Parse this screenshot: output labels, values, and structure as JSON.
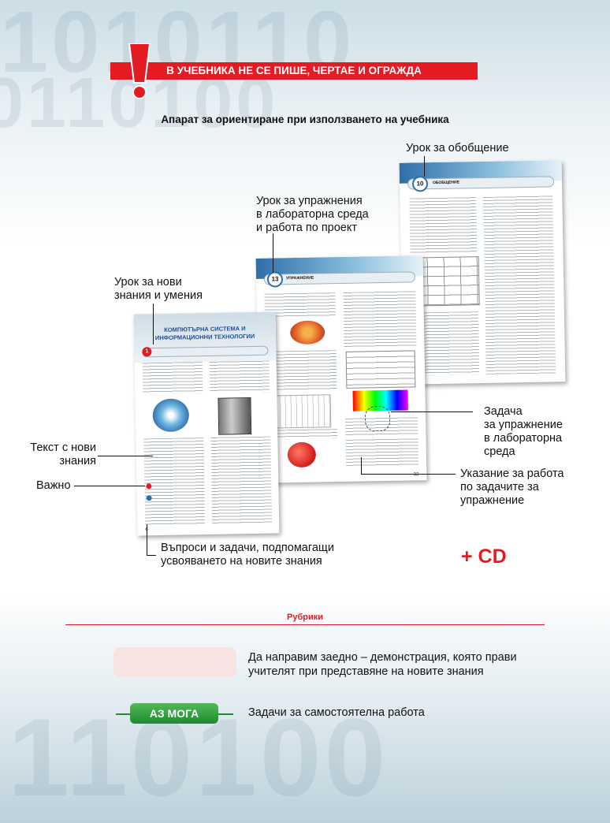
{
  "banner": {
    "text": "В УЧЕБНИКА НЕ СЕ ПИШЕ, ЧЕРТАЕ И ОГРАЖДА"
  },
  "heading": "Апарат за ориентиране при използването на учебника",
  "labels": {
    "summary_lesson": "Урок за обобщение",
    "lab_lesson": [
      "Урок за упражнения",
      "в лабораторна среда",
      "и работа по проект"
    ],
    "new_knowledge_lesson": [
      "Урок за нови",
      "знания и умения"
    ],
    "new_knowledge_text": [
      "Текст с нови",
      "знания"
    ],
    "important": "Важно",
    "questions": [
      "Въпроси и задачи, подпомагащи",
      "усвояването на новите знания"
    ],
    "lab_task": [
      "Задача",
      "за упражнение",
      "в лабораторна",
      "среда"
    ],
    "task_hint": [
      "Указание за работа",
      "по задачите за",
      "упражнение"
    ]
  },
  "cd": "+ CD",
  "thumbnails": {
    "left_page": {
      "title": [
        "КОМПЮТЪРНА СИСТЕМА И",
        "ИНФОРМАЦИОННИ ТЕХНОЛОГИИ"
      ],
      "number": "1",
      "page_no": "6"
    },
    "middle_page": {
      "header": "УПРАЖНЕНИЕ",
      "number": "13",
      "page_no": "33"
    },
    "right_page": {
      "header": "ОБОБЩЕНИЕ",
      "number": "10"
    }
  },
  "rubriki": {
    "title": "Рубрики",
    "items": [
      {
        "label": "",
        "text": [
          "Да направим заедно – демонстрация, която прави",
          "учителят при представяне на новите знания"
        ]
      },
      {
        "label": "АЗ МОГА",
        "text": [
          "Задачи за самостоятелна работа"
        ]
      }
    ]
  },
  "colors": {
    "accent_red": "#e31b23",
    "green": "#1c8c2e",
    "blue": "#2e6fa8"
  }
}
